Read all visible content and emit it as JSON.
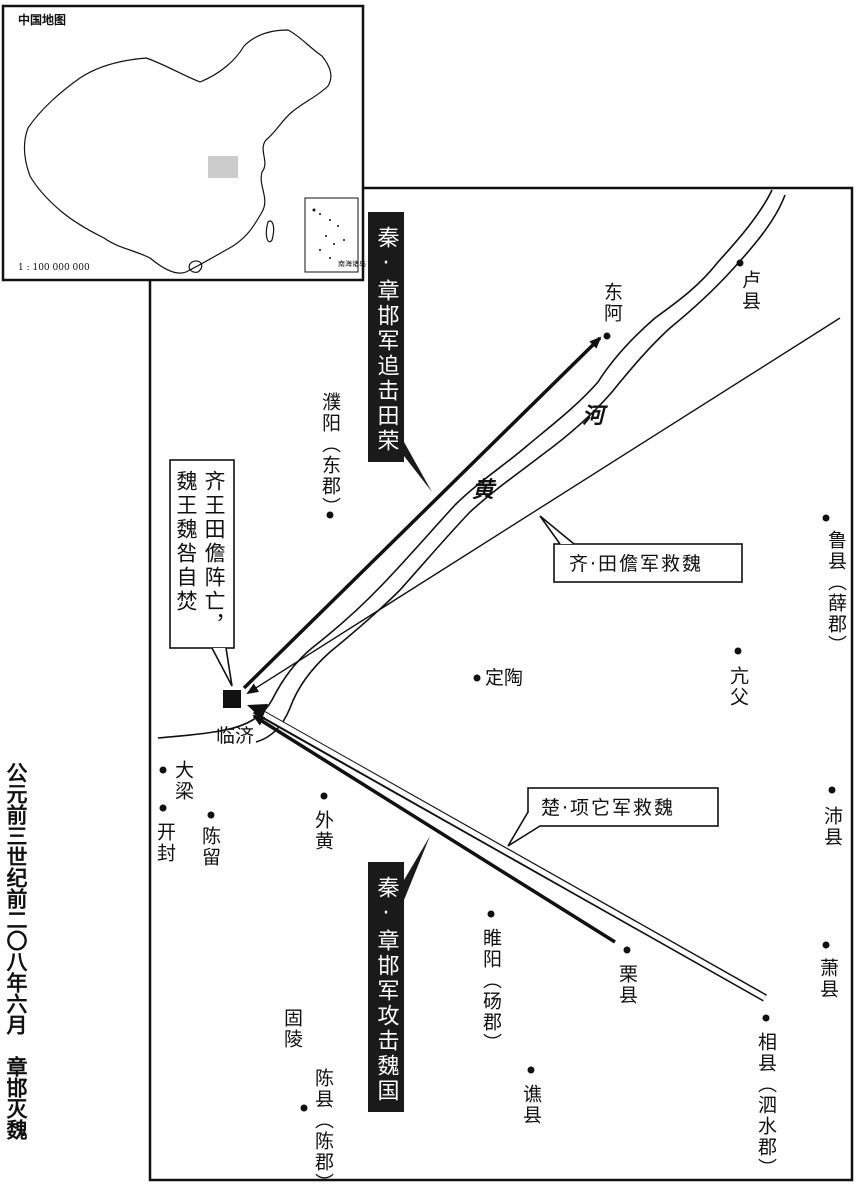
{
  "caption": "公元前三世纪前二〇八年六月　章邯灭魏",
  "inset": {
    "title": "中国地图",
    "scale": "1 : 100 000 000",
    "south_sea_label": "南海诸岛",
    "highlight_color": "#cccccc"
  },
  "banners": {
    "north": "秦·章邯军追击田荣",
    "south": "秦·章邯军攻击魏国"
  },
  "callouts": {
    "qi_relief": "齐·田儋军救魏",
    "chu_relief": "楚·项它军救魏",
    "deaths": [
      "齐王田儋阵亡，",
      "魏王魏咎自焚"
    ]
  },
  "river": {
    "char1": "黄",
    "char2": "河"
  },
  "places": {
    "linji": "临济",
    "dongA": "东阿",
    "luxian": "卢县",
    "puyang": "濮阳（东郡）",
    "dingtao": "定陶",
    "kangfu": "亢父",
    "luxian2": "鲁县（薛郡）",
    "daliang": "大梁",
    "kaifeng": "开封",
    "chenliu": "陈留",
    "waihuang": "外黄",
    "peixian": "沛县",
    "suiyang": "睢阳（砀郡）",
    "lixian": "栗县",
    "xiaoxian": "萧县",
    "guling": "固陵",
    "chenxian": "陈县（陈郡）",
    "qiaoxian": "谯县",
    "xiangxian": "相县（泗水郡）"
  },
  "colors": {
    "ink": "#111111",
    "banner_bg": "#1a1a1a"
  }
}
